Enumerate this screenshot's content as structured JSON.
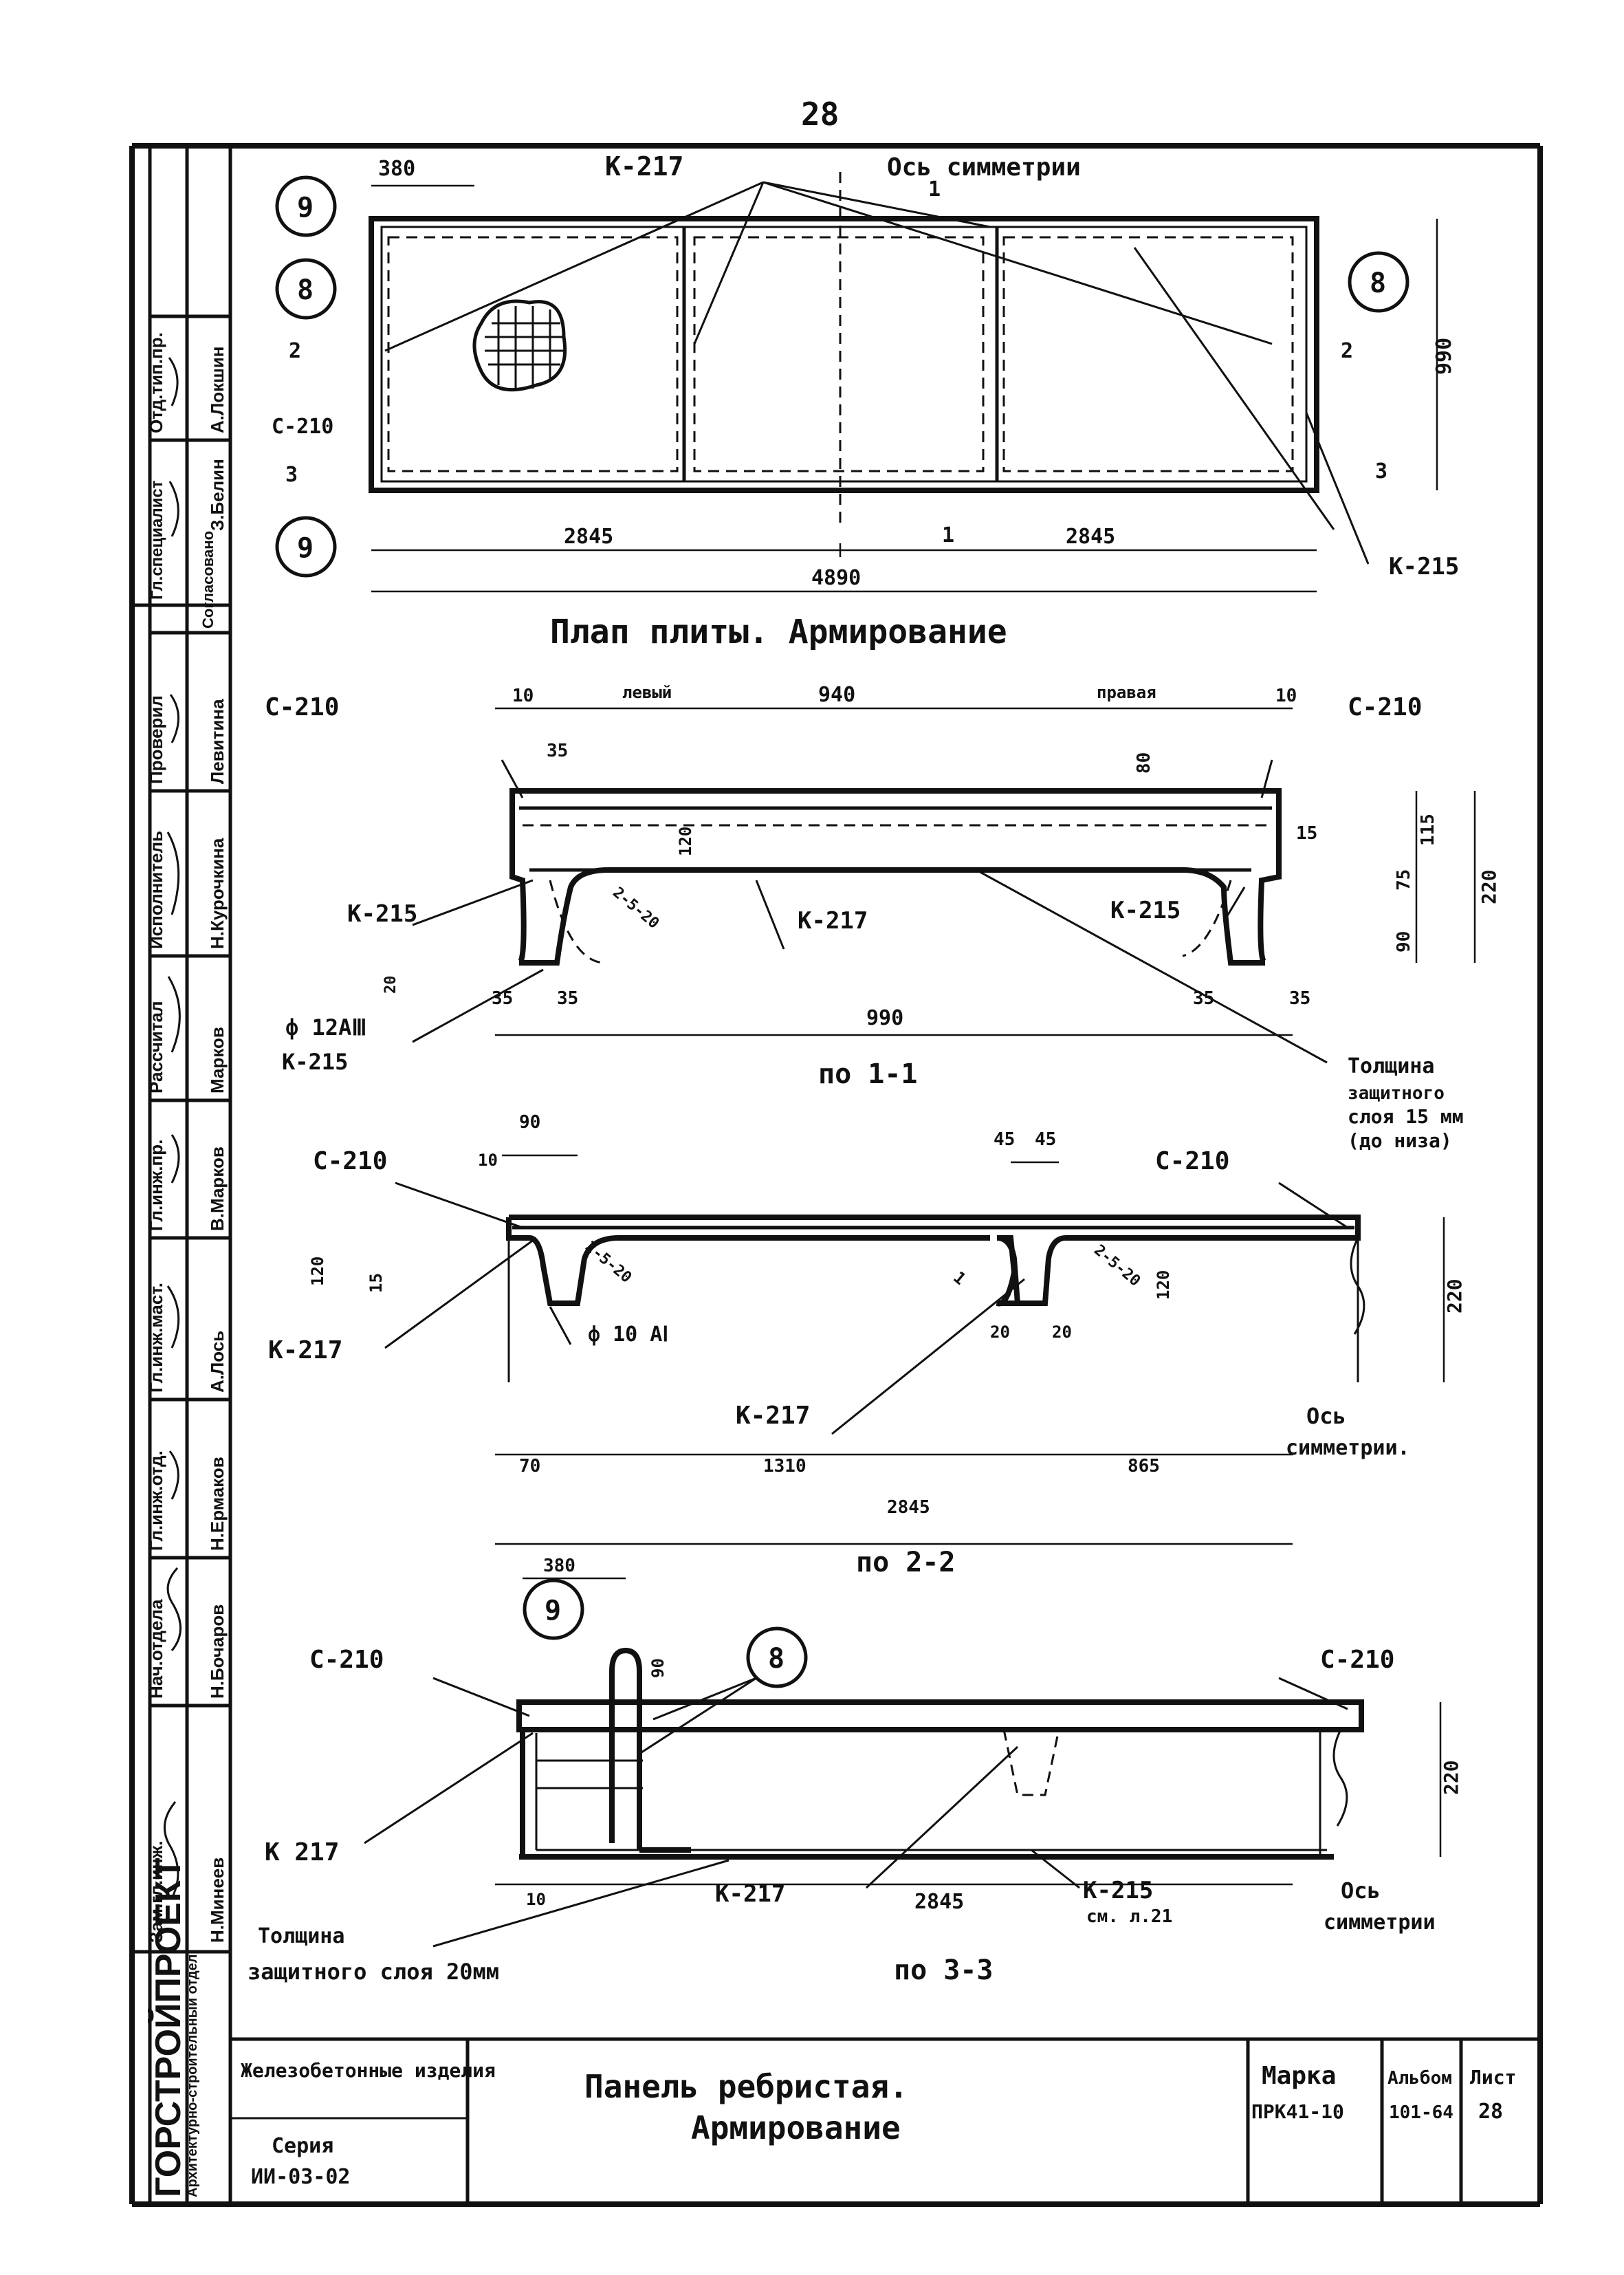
{
  "page_number": "28",
  "plan": {
    "title": "Плап плиты. Армирование",
    "dims": {
      "d380": "380",
      "d2845a": "2845",
      "d2845b": "2845",
      "d4890": "4890",
      "d990": "990"
    },
    "labels": {
      "k217": "К-217",
      "axis": "Ось симметрии",
      "c210": "С-210",
      "k215": "К-215",
      "s1": "1",
      "s2": "2",
      "s3": "3"
    },
    "markers": {
      "m9a": "9",
      "m8a": "8",
      "m8b": "8",
      "m9b": "9"
    }
  },
  "section1": {
    "title": "по 1-1",
    "labels": {
      "c210a": "С-210",
      "c210b": "С-210",
      "lev": "левый",
      "pr": "правая",
      "k215a": "К-215",
      "k217": "К-217",
      "k215b": "К-215",
      "rebar": "ф 12АⅢ",
      "k215c": "К-215",
      "bars": "2-5-20"
    },
    "dims": {
      "d10a": "10",
      "d35": "35",
      "d940": "940",
      "d10b": "10",
      "d80": "80",
      "d120": "120",
      "d15": "15",
      "d75": "75",
      "d115": "115",
      "d220": "220",
      "d90": "90",
      "d35a": "35",
      "d35b": "35",
      "d35c": "35",
      "d35d": "35",
      "d990": "990",
      "d20": "20"
    },
    "note1": "Толщина",
    "note2": "защитного",
    "note3": "слоя 15 мм",
    "note4": "(до низа)"
  },
  "section2": {
    "title": "по 2-2",
    "labels": {
      "c210a": "С-210",
      "c210b": "С-210",
      "k217a": "К-217",
      "k217b": "К-217",
      "rebar": "ф 10 АⅠ",
      "axis1": "Ось",
      "axis2": "симметрии.",
      "bars1": "2-5-20",
      "bars2": "2-5-20",
      "one": "1"
    },
    "dims": {
      "d90": "90",
      "d10": "10",
      "d45a": "45",
      "d45b": "45",
      "d120a": "120",
      "d15": "15",
      "d120b": "120",
      "d20a": "20",
      "d20b": "20",
      "d220": "220",
      "d70": "70",
      "d1310": "1310",
      "d865": "865",
      "d2845": "2845"
    }
  },
  "section3": {
    "title": "по 3-3",
    "labels": {
      "c210a": "С-210",
      "c210b": "С-210",
      "k217a": "К 217",
      "k217b": "К-217",
      "k215": "К-215",
      "k215note": "см. л.21",
      "m9": "9",
      "m8": "8",
      "axis1": "Ось",
      "axis2": "симметрии",
      "note1": "Толщина",
      "note2": "защитного слоя 20мм"
    },
    "dims": {
      "d380": "380",
      "d90": "90",
      "d220": "220",
      "d10": "10",
      "d2845": "2845"
    }
  },
  "side_stamp": {
    "org": "ГОРСТРОЙПРОЕКТ",
    "dept": "Архитектурно-строительный отдел",
    "roles": [
      "Зам.гл.инж.",
      "Нач.отдела",
      "Гл.инж.отд.",
      "Гл.инж.маст.",
      "Гл.инж.пр.",
      "Рассчитал",
      "Исполнитель",
      "Проверил",
      "Согласовано",
      "Гл.специалист",
      "Отд.тип.пр."
    ],
    "names": [
      "Н.Минеев",
      "Н.Бочаров",
      "Н.Ермаков",
      "А.Лось",
      "В.Марков",
      "Марков",
      "Н.Курочкина",
      "Левитина",
      "",
      "З.Белин",
      "А.Локшин"
    ]
  },
  "title_block": {
    "doc_type": "Железобетонные изделия",
    "series_label": "Серия",
    "series": "ИИ-03-02",
    "title1": "Панель ребристая.",
    "title2": "Армирование",
    "mark_label": "Марка",
    "mark": "ПРК41-10",
    "album_label": "Альбом",
    "album": "101-64",
    "sheet_label": "Лист",
    "sheet": "28"
  }
}
